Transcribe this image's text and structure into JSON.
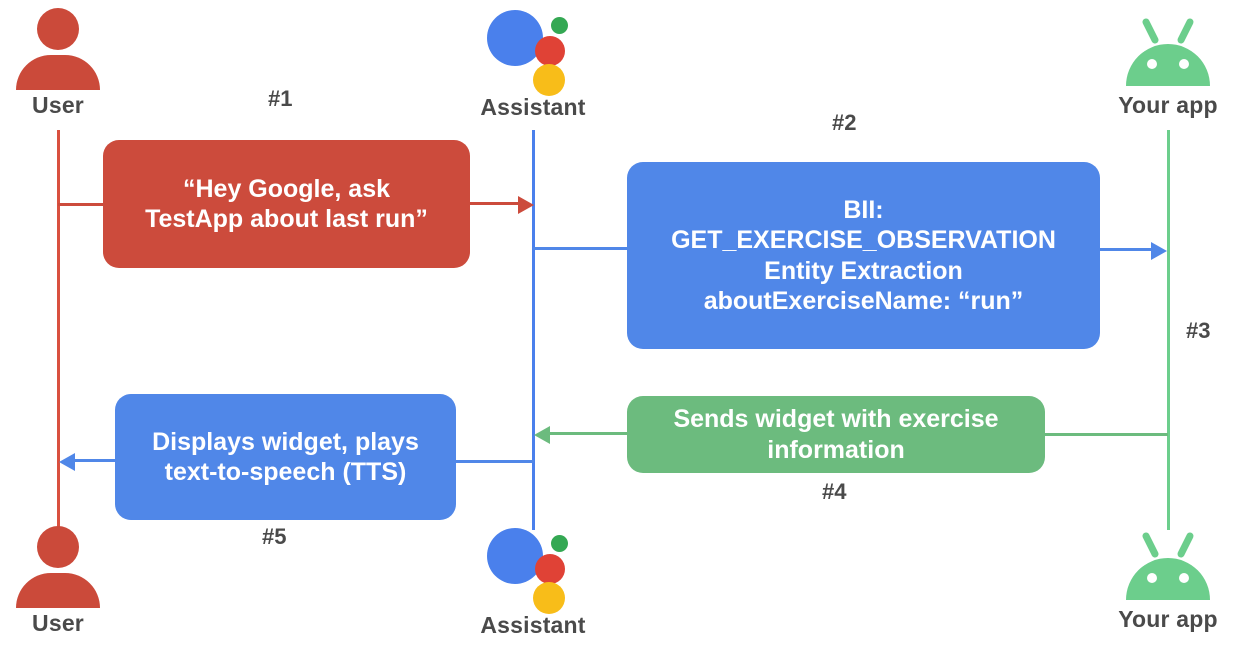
{
  "diagram": {
    "title": "Assistant App Actions sequence diagram",
    "colors": {
      "red": "#CC4B3C",
      "blue": "#5087E8",
      "green": "#6CBB7E",
      "android_green": "#6CCE8C",
      "assistant_blue": "#4A80EC",
      "assistant_red": "#E04236",
      "assistant_yellow": "#F8BD19",
      "assistant_green": "#34A853",
      "label_gray": "#4A4A4A"
    }
  },
  "actors": {
    "top": [
      {
        "id": "user",
        "label": "User",
        "icon": "user-icon"
      },
      {
        "id": "assistant",
        "label": "Assistant",
        "icon": "google-assistant-icon"
      },
      {
        "id": "your_app",
        "label": "Your app",
        "icon": "android-robot-icon"
      }
    ],
    "bottom": [
      {
        "id": "user",
        "label": "User",
        "icon": "user-icon"
      },
      {
        "id": "assistant",
        "label": "Assistant",
        "icon": "google-assistant-icon"
      },
      {
        "id": "your_app",
        "label": "Your app",
        "icon": "android-robot-icon"
      }
    ]
  },
  "steps": [
    {
      "number": "#1",
      "color": "red",
      "from": "user",
      "to": "assistant",
      "lines": [
        "“Hey Google, ask",
        "TestApp about last run”"
      ]
    },
    {
      "number": "#2",
      "color": "blue",
      "from": "assistant",
      "to": "your_app",
      "lines": [
        "BII:",
        "GET_EXERCISE_OBSERVATION",
        "Entity Extraction",
        "aboutExerciseName: “run”"
      ]
    },
    {
      "number": "#3",
      "color": "blue",
      "from": "assistant",
      "to": "your_app",
      "lines": []
    },
    {
      "number": "#4",
      "color": "green",
      "from": "your_app",
      "to": "assistant",
      "lines": [
        "Sends widget with exercise",
        "information"
      ]
    },
    {
      "number": "#5",
      "color": "blue",
      "from": "assistant",
      "to": "user",
      "lines": [
        "Displays widget, plays",
        "text-to-speech (TTS)"
      ]
    }
  ]
}
